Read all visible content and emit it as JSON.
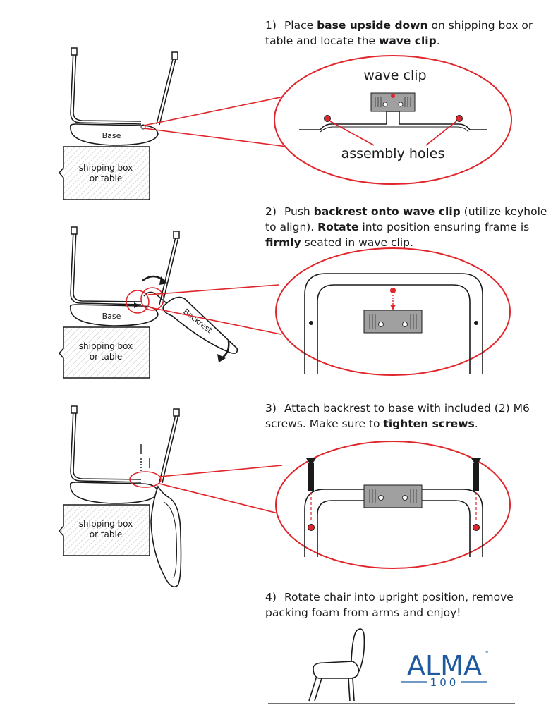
{
  "steps": [
    {
      "number": "1)",
      "segments": [
        {
          "t": "Place ",
          "b": false
        },
        {
          "t": "base upside down",
          "b": true
        },
        {
          "t": " on shipping box or table and locate the ",
          "b": false
        },
        {
          "t": "wave clip",
          "b": true
        },
        {
          "t": ".",
          "b": false
        }
      ]
    },
    {
      "number": "2)",
      "segments": [
        {
          "t": "Push ",
          "b": false
        },
        {
          "t": "backrest onto wave clip",
          "b": true
        },
        {
          "t": " (utilize keyhole to align). ",
          "b": false
        },
        {
          "t": "Rotate",
          "b": true
        },
        {
          "t": " into position ensuring frame is ",
          "b": false
        },
        {
          "t": "firmly",
          "b": true
        },
        {
          "t": " seated in wave clip.",
          "b": false
        }
      ]
    },
    {
      "number": "3)",
      "segments": [
        {
          "t": "Attach backrest to base with included (2) M6 screws. Make sure to ",
          "b": false
        },
        {
          "t": "tighten screws",
          "b": true
        },
        {
          "t": ".",
          "b": false
        }
      ]
    },
    {
      "number": "4)",
      "segments": [
        {
          "t": "Rotate chair into upright position, remove packing foam from arms and enjoy!",
          "b": false
        }
      ]
    }
  ],
  "labels": {
    "base": "Base",
    "backrest": "Backrest",
    "shipping_box_line1": "shipping box",
    "shipping_box_line2": "or table",
    "wave_clip": "wave clip",
    "assembly_holes": "assembly holes"
  },
  "logo": {
    "name": "ALMA",
    "number": "100",
    "tm": "™",
    "color": "#1f5aa0"
  },
  "colors": {
    "accent_red": "#e0252b",
    "line": "#1a1a1a",
    "clip_gray": "#a0a0a0"
  }
}
